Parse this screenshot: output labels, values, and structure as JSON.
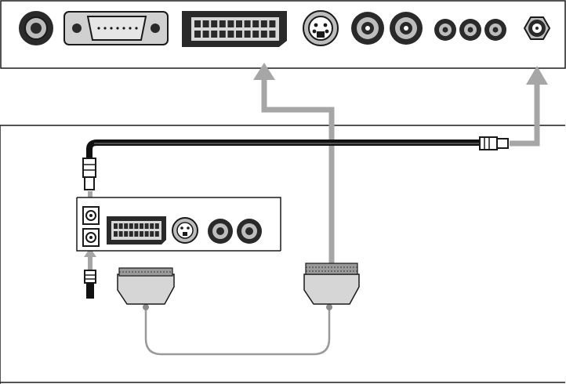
{
  "tv_panel": {
    "connectors": [
      "coax-antenna",
      "vga-dsub15",
      "scart",
      "s-video",
      "rca",
      "rca",
      "rca",
      "rca",
      "rca",
      "f-type-antenna"
    ]
  },
  "device_panel": {
    "connectors": [
      "antenna-out",
      "antenna-in",
      "scart",
      "s-video",
      "rca",
      "rca"
    ]
  },
  "cables": [
    "rf-antenna-cable",
    "scart-cable",
    "scart-to-scart-cable"
  ],
  "colors": {
    "panel_border": "#1a1a1a",
    "connector_dark": "#2a2a2a",
    "cable_black": "#111111",
    "arrow_grey": "#a6a6a6",
    "scart_plug": "#d6d6d6"
  }
}
